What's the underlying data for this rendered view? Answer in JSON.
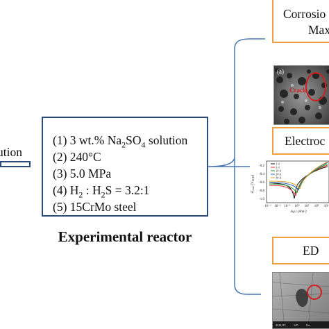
{
  "left": {
    "solution_fragment": "ution"
  },
  "reactor": {
    "conditions": [
      {
        "num": "(1)",
        "pre": "3 wt.% Na",
        "sub1": "2",
        "mid": "SO",
        "sub2": "4",
        "post": " solution"
      },
      {
        "num": "(2)",
        "text": "240°C"
      },
      {
        "num": "(3)",
        "text": "5.0 MPa"
      },
      {
        "num": "(4)",
        "pre": "H",
        "sub1": "2",
        "mid": " : H",
        "sub2": "2",
        "post": "S = 3.2:1"
      },
      {
        "num": "(5)",
        "text": "15CrMo steel"
      }
    ],
    "label": "Experimental reactor"
  },
  "right": {
    "box1": {
      "line1": "Corrosio",
      "line2": "Max"
    },
    "panel1": {
      "tag": "(a)",
      "annotation": "Crack"
    },
    "box2": {
      "line1": "Electroc"
    },
    "panel2": {
      "ylabel": "E",
      "ylabel_sub": "corr",
      "ylabel_unit": " (V",
      "ylabel_unit_sub": "SCE",
      "ylabel_tail": ")",
      "xlabel": "log i (A/m²)",
      "yticks": [
        "-0.2",
        "-0.4",
        "-0.6",
        "-0.8",
        "-1.0"
      ],
      "xticks": [
        "10⁻³",
        "10⁻²",
        "10⁻¹",
        "10⁰",
        "10¹",
        "10²",
        "10³"
      ],
      "legend": [
        "1 d",
        "3 d",
        "10 d",
        "20 d",
        "30 d"
      ]
    },
    "box3": {
      "line1": "ED"
    },
    "panel3": {
      "footer": [
        "SEM HV",
        "WD",
        "Det"
      ]
    }
  },
  "colors": {
    "border_blue": "#2b4a78",
    "border_orange": "#f0a040",
    "connector": "#4a76b0",
    "crack_red": "#d02020"
  },
  "icons": [
    "arrow-right-icon"
  ]
}
